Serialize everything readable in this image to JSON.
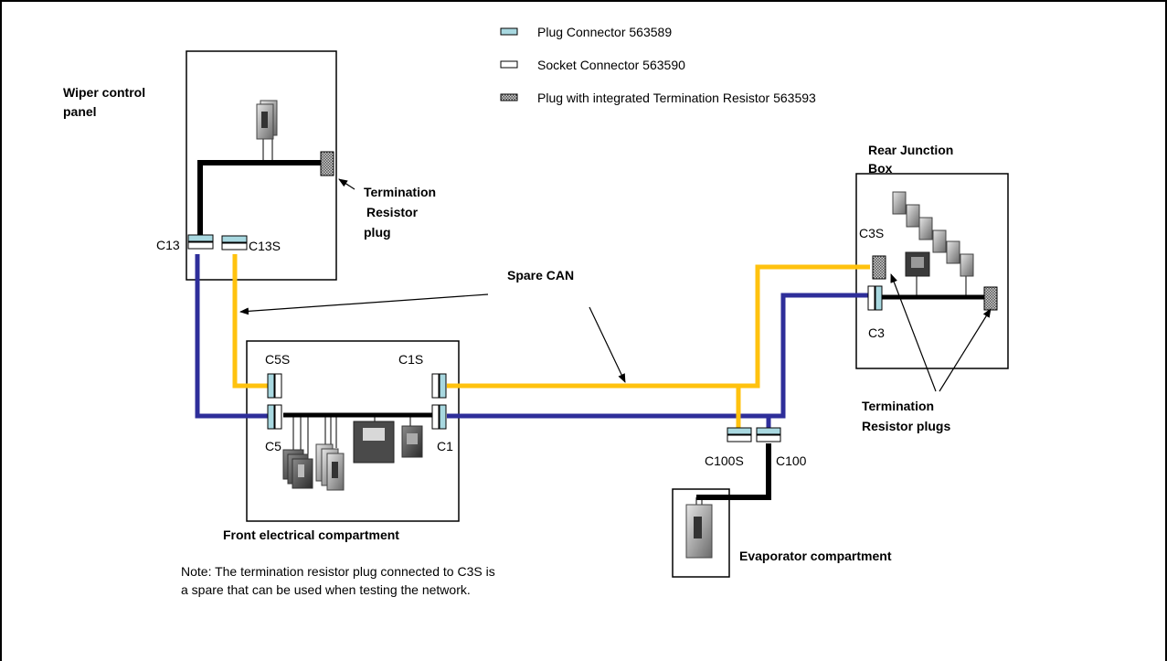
{
  "legend": {
    "plug": "Plug Connector 563589",
    "socket": "Socket Connector 563590",
    "term": "Plug with integrated Termination Resistor 563593"
  },
  "areas": {
    "wiper": [
      "Wiper control",
      "panel"
    ],
    "front": "Front electrical compartment",
    "rear": [
      "Rear Junction",
      "Box"
    ],
    "evap": "Evaporator compartment"
  },
  "connectors": {
    "c13": "C13",
    "c13s": "C13S",
    "c5s": "C5S",
    "c5": "C5",
    "c1s": "C1S",
    "c1": "C1",
    "c100s": "C100S",
    "c100": "C100",
    "c3s": "C3S",
    "c3": "C3"
  },
  "annotations": {
    "spare_can": "Spare CAN",
    "term_plug": [
      "Termination",
      "Resistor",
      "plug"
    ],
    "term_plugs": [
      "Termination",
      "Resistor plugs"
    ],
    "note": [
      "Note: The termination resistor plug connected to C3S is",
      "a spare that can be used when testing the network."
    ]
  },
  "colors": {
    "main_can": "#2e2e9a",
    "spare_can": "#ffc20e",
    "local_bus": "#000000",
    "plug_fill": "#a8d8e0"
  }
}
